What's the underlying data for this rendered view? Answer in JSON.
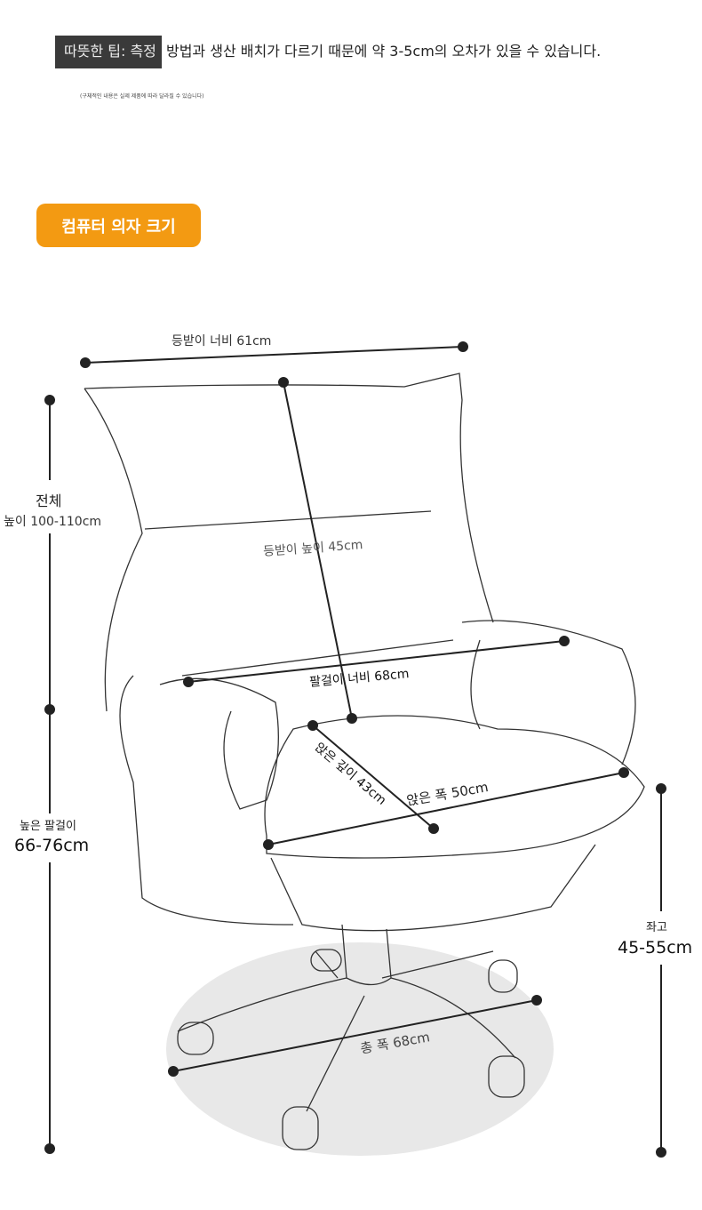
{
  "tip": {
    "highlight": "따뜻한 팁: 측정",
    "rest": " 방법과 생산 배치가 다르기 때문에 약 3-5cm의 오차가 있을 수 있습니다."
  },
  "note": "(구체적인 내용은 실제 제품에 따라 달라질 수 있습니다)",
  "badge": "컴퓨터 의자 크기",
  "dims": {
    "back_width": "등받이 너비 61cm",
    "back_height": "등받이 높이 45cm",
    "total_height_title": "전체",
    "total_height_value": "높이 100-110cm",
    "armrest_width": "팔걸이 너비 68cm",
    "seat_depth": "앉은 깊이 43cm",
    "seat_width": "앉은 폭 50cm",
    "armrest_height_title": "높은 팔걸이",
    "armrest_height_value": "66-76cm",
    "seat_height_title": "좌고",
    "seat_height_value": "45-55cm",
    "total_width": "총 폭 68cm"
  }
}
